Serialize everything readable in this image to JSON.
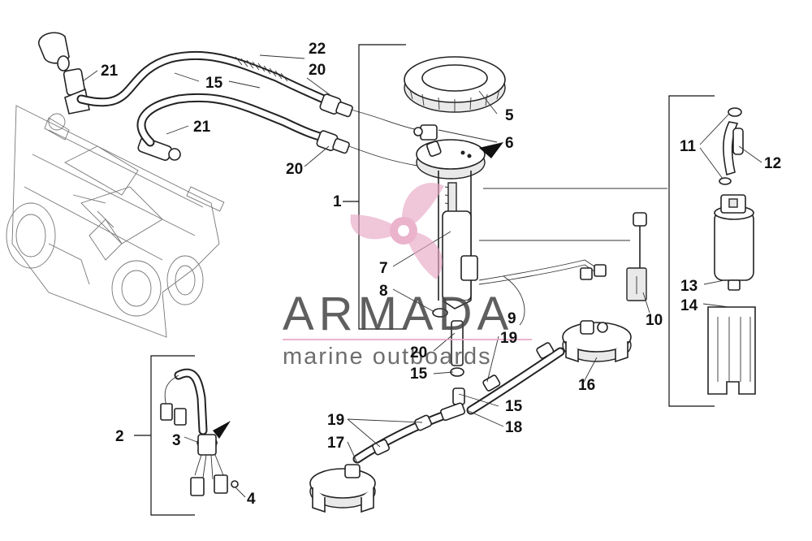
{
  "watermark": {
    "brand": "ARMADA",
    "tagline": "marine outboards",
    "colors": {
      "text": "#444444",
      "logo": "#e8a6c4",
      "underline": "#e8a6c4"
    }
  },
  "callouts": [
    {
      "id": "c22a",
      "text": "22"
    },
    {
      "id": "c20a",
      "text": "20"
    },
    {
      "id": "c21a",
      "text": "21"
    },
    {
      "id": "c15a",
      "text": "15"
    },
    {
      "id": "c21b",
      "text": "21"
    },
    {
      "id": "c20b",
      "text": "20"
    },
    {
      "id": "c5",
      "text": "5"
    },
    {
      "id": "c6",
      "text": "6"
    },
    {
      "id": "c1",
      "text": "1"
    },
    {
      "id": "c7",
      "text": "7"
    },
    {
      "id": "c8",
      "text": "8"
    },
    {
      "id": "c9",
      "text": "9"
    },
    {
      "id": "c10",
      "text": "10"
    },
    {
      "id": "c11",
      "text": "11"
    },
    {
      "id": "c12",
      "text": "12"
    },
    {
      "id": "c13",
      "text": "13"
    },
    {
      "id": "c14",
      "text": "14"
    },
    {
      "id": "c19a",
      "text": "19"
    },
    {
      "id": "c20c",
      "text": "20"
    },
    {
      "id": "c15b",
      "text": "15"
    },
    {
      "id": "c16",
      "text": "16"
    },
    {
      "id": "c15c",
      "text": "15"
    },
    {
      "id": "c18",
      "text": "18"
    },
    {
      "id": "c19b",
      "text": "19"
    },
    {
      "id": "c17",
      "text": "17"
    },
    {
      "id": "c2",
      "text": "2"
    },
    {
      "id": "c3",
      "text": "3"
    },
    {
      "id": "c4",
      "text": "4"
    }
  ]
}
